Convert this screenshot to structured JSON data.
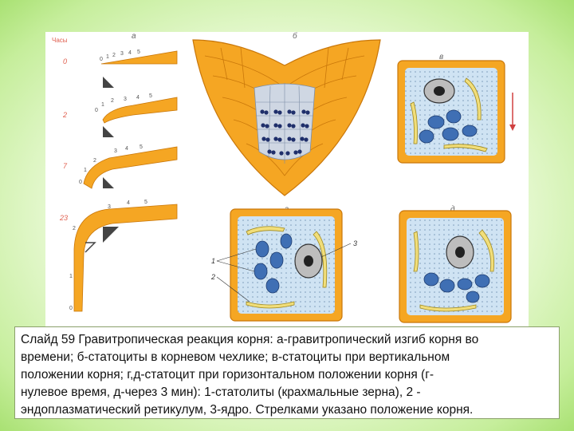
{
  "figure": {
    "panel_letters": {
      "a": "а",
      "b": "б",
      "v": "в",
      "g": "г",
      "d": "д"
    },
    "hours_header": "Часы",
    "time_points": [
      {
        "label": "0",
        "ticks": [
          "0",
          "1",
          "2",
          "3",
          "4",
          "5"
        ]
      },
      {
        "label": "2",
        "ticks": [
          "0",
          "1",
          "2",
          "3",
          "4",
          "5"
        ]
      },
      {
        "label": "7",
        "ticks": [
          "0",
          "1",
          "2",
          "3",
          "4",
          "5"
        ]
      },
      {
        "label": "23",
        "ticks": [
          "0",
          "1",
          "2",
          "3",
          "4",
          "5"
        ]
      }
    ],
    "cell_labels": {
      "one": "1",
      "two": "2",
      "three": "3"
    },
    "colors": {
      "tissue": "#f5a623",
      "tissue_dark": "#c9770a",
      "cytoplasm": "#cfe3f3",
      "statolith": "#3f6fb4",
      "er": "#f1de7a",
      "hours_red": "#e06050",
      "arrow": "#d04040"
    }
  },
  "caption": {
    "lines": [
      "Слайд 59 Гравитропическая реакция корня: а-гравитропический изгиб корня во",
      "времени; б-статоциты в корневом чехлике; в-статоциты при вертикальном",
      "положении корня; г,д-статоцит при горизонтальном положении корня (г-",
      "нулевое время, д-через 3 мин): 1-статолиты (крахмальные зерна), 2 -",
      "эндоплазматический ретикулум, 3-ядро. Стрелками указано положение корня."
    ]
  }
}
